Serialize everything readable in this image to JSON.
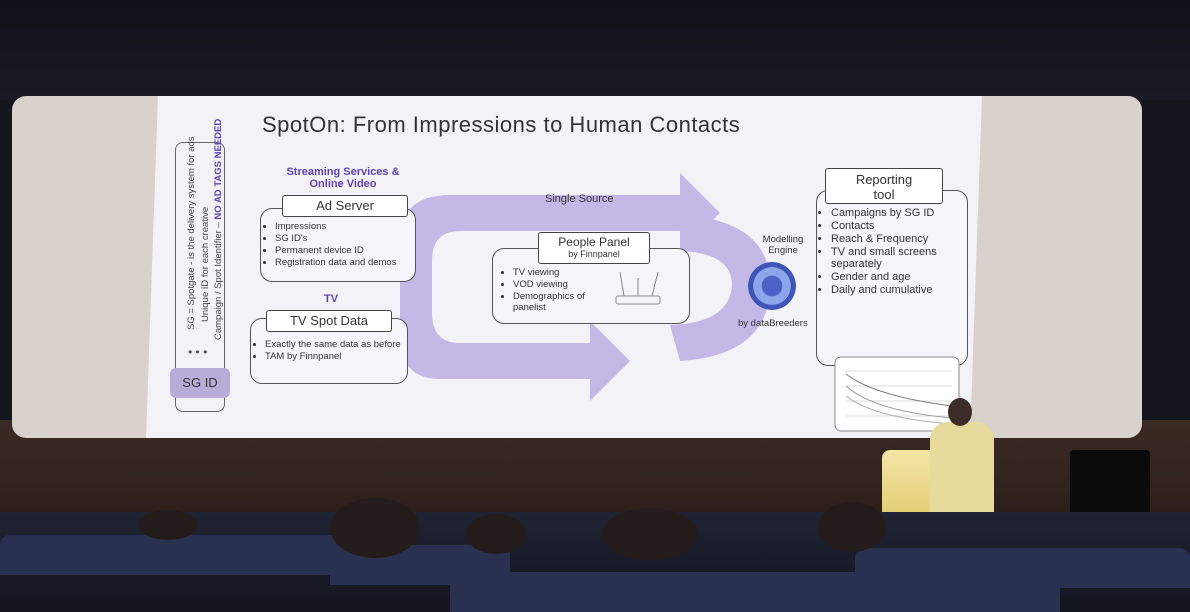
{
  "slide": {
    "title": "SpotOn: From Impressions to Human Contacts",
    "vertical_text": {
      "line1": "SG = Spotgate - is the delivery system for ads",
      "line2": "Unique ID for each creative",
      "line3": "Campaign / Spot Identifier – ",
      "line3_emphasis": "NO AD TAGS NEEDED",
      "dots": "•  •  •"
    },
    "sg_id": "SG ID",
    "streaming": {
      "heading_line1": "Streaming Services &",
      "heading_line2": "Online Video",
      "tag": "Ad Server",
      "items": [
        "Impressions",
        "SG ID's",
        "Permanent device ID",
        "Registration data and demos"
      ]
    },
    "tv": {
      "heading": "TV",
      "tag": "TV Spot Data",
      "items": [
        "Exactly the same data as before",
        "TAM by Finnpanel"
      ]
    },
    "single_source": "Single Source",
    "people_panel": {
      "tag_line1": "People Panel",
      "tag_line2": "by Finnpanel",
      "items": [
        "TV viewing",
        "VOD viewing",
        "Demographics of panelist"
      ]
    },
    "engine": {
      "label_line1": "Modelling",
      "label_line2": "Engine",
      "by": "by dataBreeders"
    },
    "reporting": {
      "tag_line1": "Reporting",
      "tag_line2": "tool",
      "items": [
        "Campaigns by SG ID",
        "Contacts",
        "Reach & Frequency",
        "TV and small screens separately",
        "Gender and age",
        "Daily and cumulative"
      ]
    }
  },
  "colors": {
    "accent_purple": "#5f43b4",
    "arrow_lavender": "#c3b8e6",
    "screen": "#f3f2f7"
  },
  "icons": [
    "gear-icon",
    "router-icon",
    "chart-thumbnail"
  ]
}
